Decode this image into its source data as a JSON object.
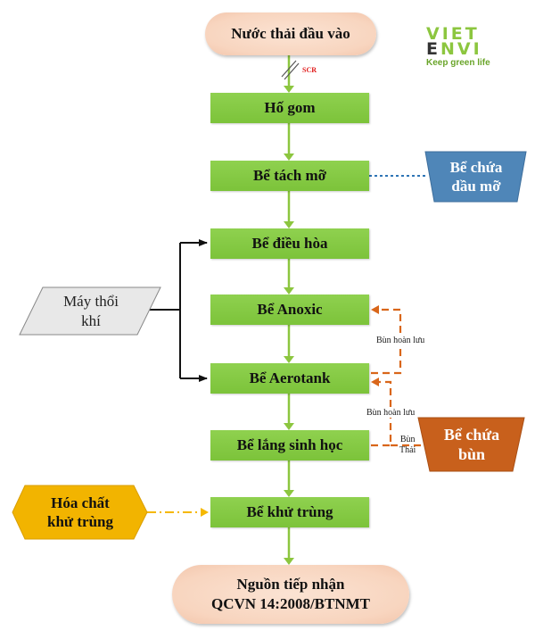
{
  "diagram": {
    "type": "wastewater-treatment-flowchart",
    "start": "Nước thải đầu vào",
    "scr_label": "SCR",
    "steps": [
      "Hố gom",
      "Bể tách mỡ",
      "Bể điều hòa",
      "Bể Anoxic",
      "Bể Aerotank",
      "Bể lắng sinh học",
      "Bể khử trùng"
    ],
    "end": {
      "line1": "Nguồn tiếp nhận",
      "line2": "QCVN 14:2008/BTNMT"
    },
    "side_nodes": {
      "oil_tank": {
        "line1": "Bể chứa",
        "line2": "dầu mỡ",
        "color": "#4f86b8"
      },
      "blower": {
        "line1": "Máy thổi",
        "line2": "khí",
        "color": "#e6e6e6"
      },
      "sludge_tank": {
        "line1": "Bể chứa",
        "line2": "bùn",
        "color": "#c8601c"
      },
      "chemical": {
        "line1": "Hóa chất",
        "line2": "khử trùng",
        "color": "#f2b400"
      }
    },
    "edge_labels": {
      "return_sludge_1": "Bùn hoàn lưu",
      "return_sludge_2": "Bùn hoàn lưu",
      "waste_sludge_1": "Bùn",
      "waste_sludge_2": "Thải"
    },
    "colors": {
      "process_green": "#82c841",
      "flow_arrow_green": "#8cc63f",
      "sludge_orange": "#d9661a",
      "oil_dotted_blue": "#2e75b6",
      "chemical_dashdot": "#f5b800",
      "air_line_black": "#111111",
      "terminal_peach": "#f9d8c4"
    }
  },
  "logo": {
    "line1": "VIET",
    "line2": "ENVI",
    "tagline": "Keep green life",
    "color": "#8cc63f",
    "dark": "#333333"
  }
}
